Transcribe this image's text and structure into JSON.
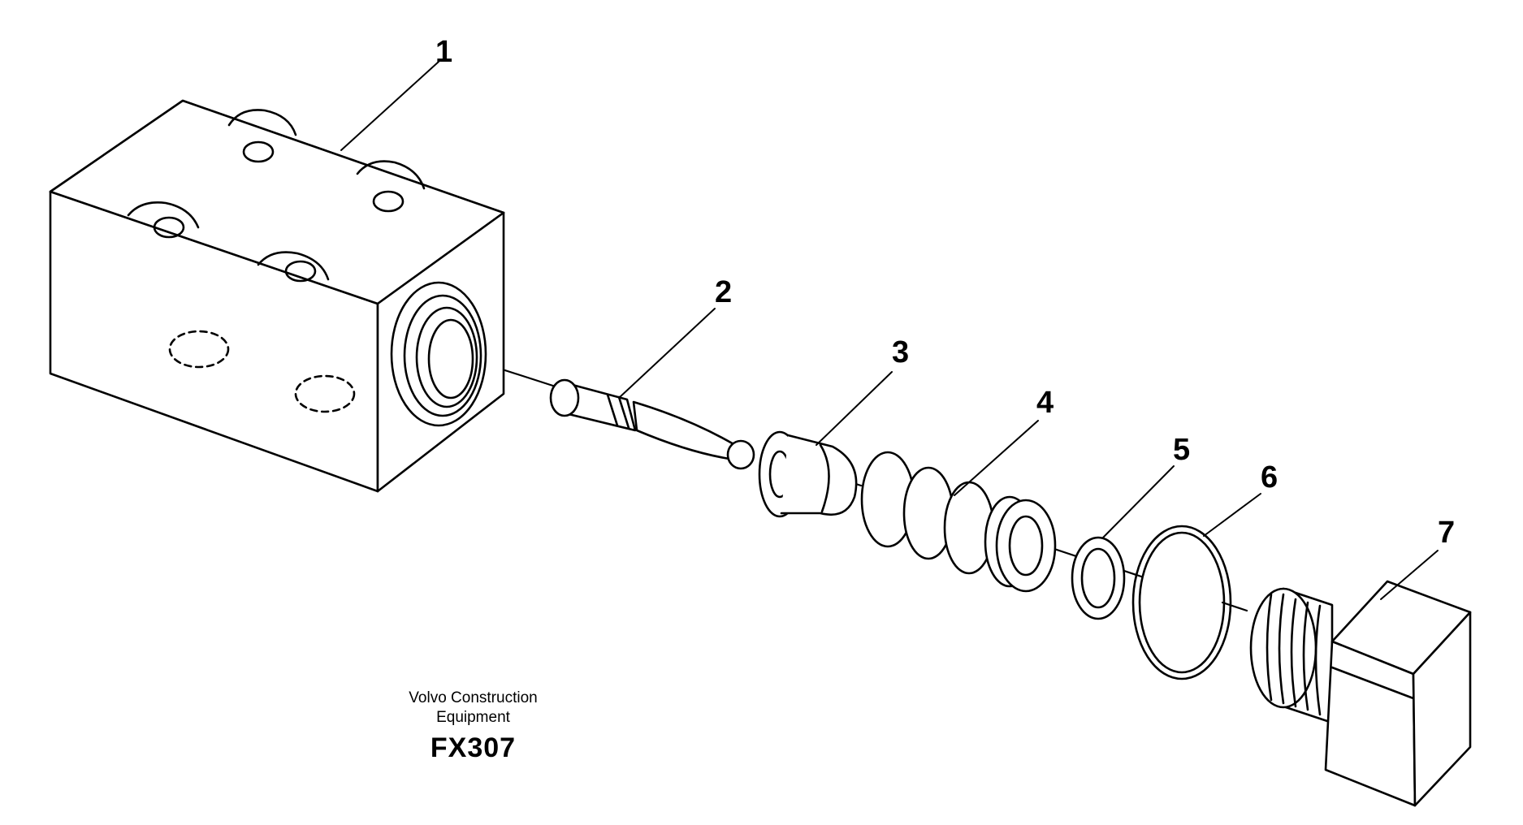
{
  "diagram": {
    "callouts": [
      "1",
      "2",
      "3",
      "4",
      "5",
      "6",
      "7"
    ]
  },
  "caption": {
    "line1": "Volvo Construction",
    "line2": "Equipment",
    "code": "FX307"
  }
}
